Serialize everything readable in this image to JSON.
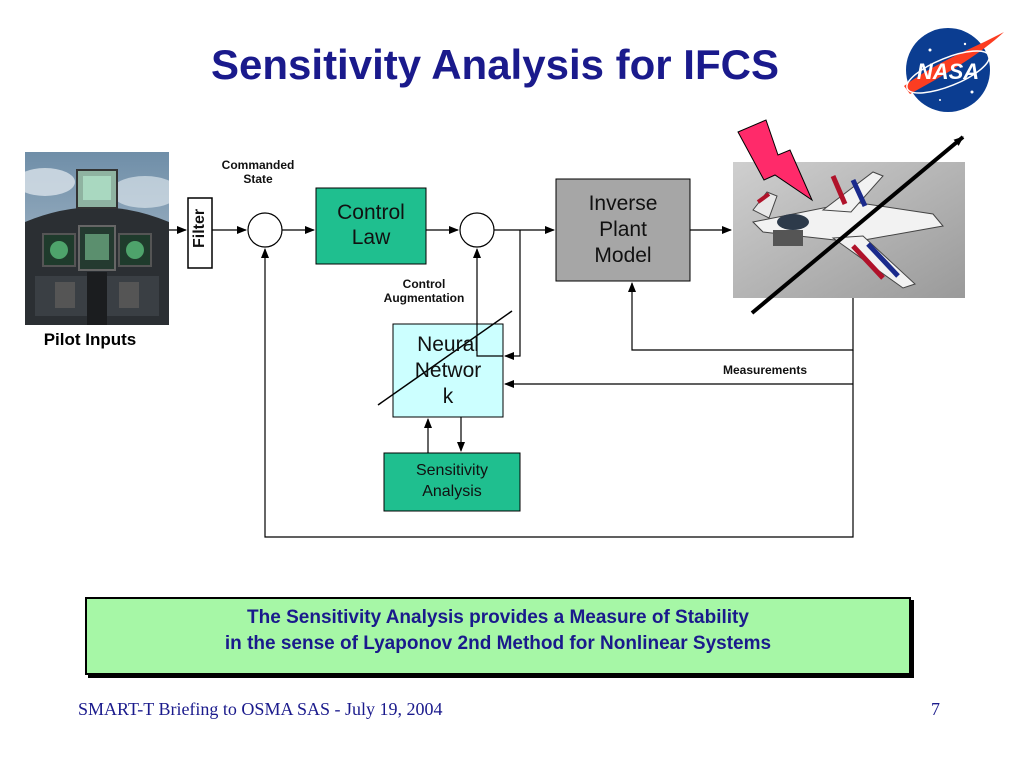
{
  "slide": {
    "title": "Sensitivity Analysis for IFCS",
    "logo_text": "NASA"
  },
  "diagram": {
    "pilot_inputs_label": "Pilot Inputs",
    "filter_label": "Filter",
    "commanded_state_line1": "Commanded",
    "commanded_state_line2": "State",
    "control_law_line1": "Control",
    "control_law_line2": "Law",
    "inverse_plant_line1": "Inverse",
    "inverse_plant_line2": "Plant",
    "inverse_plant_line3": "Model",
    "control_augmentation_line1": "Control",
    "control_augmentation_line2": "Augmentation",
    "neural_network_line1": "Neural",
    "neural_network_line2": "Networ",
    "neural_network_line3": "k",
    "measurements_label": "Measurements",
    "sensitivity_analysis_line1": "Sensitivity",
    "sensitivity_analysis_line2": "Analysis"
  },
  "stability_note": {
    "line1": "The Sensitivity Analysis provides a Measure of Stability",
    "line2": "in the sense of Lyaponov 2nd Method for Nonlinear Systems"
  },
  "footer": {
    "text": "SMART-T Briefing to OSMA SAS - July 19, 2004",
    "page_number": "7"
  },
  "colors": {
    "title": "#1a1a8c",
    "control_law_fill": "#1fbf8f",
    "inverse_plant_fill": "#a6a6a6",
    "neural_network_fill": "#ccffff",
    "sensitivity_fill": "#1fbf8f",
    "note_fill": "#a6f7a6",
    "lightning": "#ff2a6a"
  }
}
